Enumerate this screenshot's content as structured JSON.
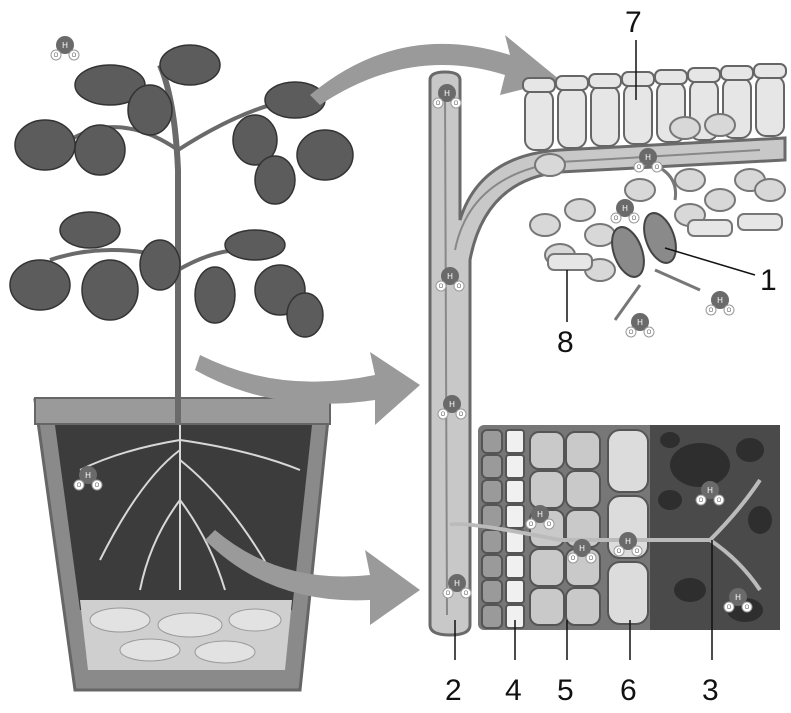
{
  "molecule": {
    "center": "H",
    "side": "O"
  },
  "labels": {
    "l1": "1",
    "l2": "2",
    "l3": "3",
    "l4": "4",
    "l5": "5",
    "l6": "6",
    "l7": "7",
    "l8": "8"
  },
  "colors": {
    "pot": "#8a8a8a",
    "leaf": "#5c5c5c",
    "soil": "#3c3c3c",
    "vessel": "#c8c8c8"
  }
}
